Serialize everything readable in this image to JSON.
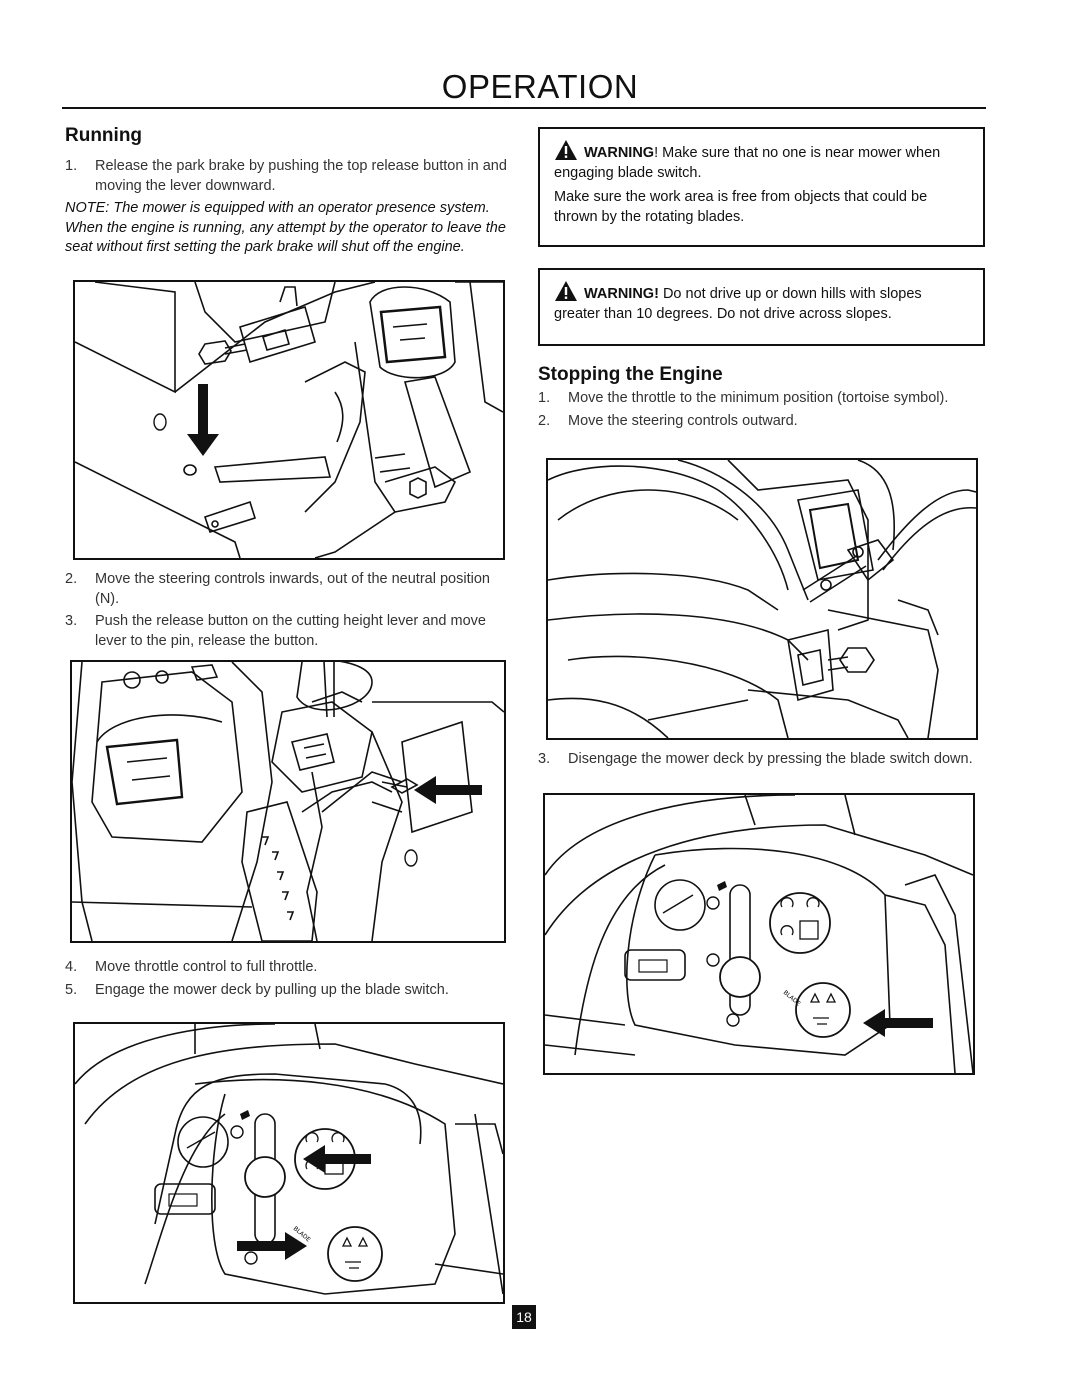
{
  "header": {
    "title": "OPERATION"
  },
  "running": {
    "heading": "Running",
    "step1": {
      "num": "1.",
      "text": "Release the park brake by pushing the top release button in and moving the lever downward."
    },
    "note": "NOTE: The mower is equipped with an operator presence system. When the engine is running, any attempt by the operator to leave the seat without first setting the park brake will shut off the engine.",
    "step2": {
      "num": "2.",
      "text": "Move the steering controls inwards, out of the neutral position (N)."
    },
    "step3": {
      "num": "3.",
      "text": "Push the release button on the cutting height lever and move lever to the pin, release the button."
    },
    "step4": {
      "num": "4.",
      "text": "Move throttle control to full throttle."
    },
    "step5": {
      "num": "5.",
      "text": "Engage the mower deck by pulling up the blade switch."
    }
  },
  "warnings": [
    {
      "label": "WARNING",
      "text": "! Make sure that no one is near mower when engaging blade switch.",
      "text2": "Make sure the work area is free from objects that could be thrown by the rotating blades."
    },
    {
      "label": "WARNING!",
      "text": " Do not drive up or down hills with slopes greater than 10 degrees. Do not drive across slopes."
    }
  ],
  "stopping": {
    "heading": "Stopping the Engine",
    "step1": {
      "num": "1.",
      "text": "Move the throttle to the minimum position (tortoise symbol)."
    },
    "step2": {
      "num": "2.",
      "text": "Move the steering controls outward."
    },
    "step3": {
      "num": "3.",
      "text": "Disengage the mower deck by pressing the blade switch down."
    }
  },
  "figures": {
    "fig1": "park-brake-release-illustration",
    "fig2": "cutting-height-lever-illustration",
    "fig3": "control-panel-blade-switch-up-illustration",
    "fig4": "steering-controls-outward-illustration",
    "fig5": "control-panel-blade-switch-down-illustration"
  },
  "control_panel": {
    "blade_label": "BLADE"
  },
  "footer": {
    "page_number": "18"
  }
}
